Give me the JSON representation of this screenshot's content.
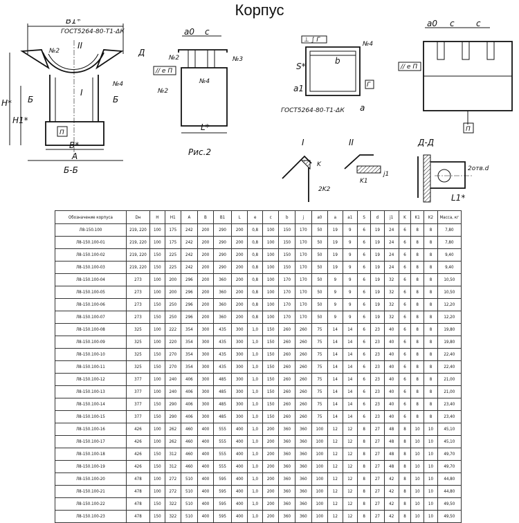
{
  "page": {
    "title": "Корпус"
  },
  "drawing": {
    "section_bb": "Б-Б",
    "fig_caption": "Рис.2",
    "section_dd": "Д-Д",
    "detail_1": "I",
    "detail_2": "II",
    "holes_note": "2отв.d",
    "weld_note": "ГОСТ5264-80-Т1-ΔК",
    "labels": {
      "B1": "B1*",
      "H": "H*",
      "H1": "H1*",
      "B": "B*",
      "A": "A",
      "L": "L*",
      "L1": "L1*",
      "a0": "a0",
      "c": "c",
      "b": "b",
      "a": "a",
      "a1": "a1",
      "S": "S*",
      "K": "K",
      "K1": "K1",
      "K2": "2K2",
      "j1": "j1",
      "n2": "№2",
      "n3": "№3",
      "n4": "№4",
      "P": "П",
      "G": "Г",
      "D": "Д",
      "Bb": "Б",
      "tol1": "// е П",
      "tol2": "⊥ ∫ Г"
    }
  },
  "table": {
    "headers": [
      "Обозначение корпуса",
      "Dн",
      "H",
      "H1",
      "A",
      "B",
      "B1",
      "L",
      "e",
      "c",
      "b",
      "j",
      "a0",
      "a",
      "a1",
      "S",
      "d",
      "j1",
      "K",
      "K1",
      "K2",
      "Масса, кг"
    ],
    "rows": [
      [
        "Л8-150.100",
        "219, 220",
        "100",
        "175",
        "242",
        "200",
        "290",
        "200",
        "0,8",
        "100",
        "150",
        "170",
        "50",
        "19",
        "9",
        "6",
        "19",
        "24",
        "6",
        "8",
        "8",
        "7,80"
      ],
      [
        "Л8-150.100-01",
        "219, 220",
        "100",
        "175",
        "242",
        "200",
        "290",
        "200",
        "0,8",
        "100",
        "150",
        "170",
        "50",
        "19",
        "9",
        "6",
        "19",
        "24",
        "6",
        "8",
        "8",
        "7,80"
      ],
      [
        "Л8-150.100-02",
        "219, 220",
        "150",
        "225",
        "242",
        "200",
        "290",
        "200",
        "0,8",
        "100",
        "150",
        "170",
        "50",
        "19",
        "9",
        "6",
        "19",
        "24",
        "6",
        "8",
        "8",
        "9,40"
      ],
      [
        "Л8-150.100-03",
        "219, 220",
        "150",
        "225",
        "242",
        "200",
        "290",
        "200",
        "0,8",
        "100",
        "150",
        "170",
        "50",
        "19",
        "9",
        "6",
        "19",
        "24",
        "6",
        "8",
        "8",
        "9,40"
      ],
      [
        "Л8-150.100-04",
        "273",
        "100",
        "200",
        "296",
        "200",
        "360",
        "200",
        "0,8",
        "100",
        "170",
        "170",
        "50",
        "9",
        "9",
        "6",
        "19",
        "32",
        "6",
        "8",
        "8",
        "10,50"
      ],
      [
        "Л8-150.100-05",
        "273",
        "100",
        "200",
        "296",
        "200",
        "360",
        "200",
        "0,8",
        "100",
        "170",
        "170",
        "50",
        "9",
        "9",
        "6",
        "19",
        "32",
        "6",
        "8",
        "8",
        "10,50"
      ],
      [
        "Л8-150.100-06",
        "273",
        "150",
        "250",
        "296",
        "200",
        "360",
        "200",
        "0,8",
        "100",
        "170",
        "170",
        "50",
        "9",
        "9",
        "6",
        "19",
        "32",
        "6",
        "8",
        "8",
        "12,20"
      ],
      [
        "Л8-150.100-07",
        "273",
        "150",
        "250",
        "296",
        "200",
        "360",
        "200",
        "0,8",
        "100",
        "170",
        "170",
        "50",
        "9",
        "9",
        "6",
        "19",
        "32",
        "6",
        "8",
        "8",
        "12,20"
      ],
      [
        "Л8-150.100-08",
        "325",
        "100",
        "222",
        "354",
        "300",
        "435",
        "300",
        "1,0",
        "150",
        "260",
        "260",
        "75",
        "14",
        "14",
        "6",
        "23",
        "40",
        "6",
        "8",
        "8",
        "19,80"
      ],
      [
        "Л8-150.100-09",
        "325",
        "100",
        "220",
        "354",
        "300",
        "435",
        "300",
        "1,0",
        "150",
        "260",
        "260",
        "75",
        "14",
        "14",
        "6",
        "23",
        "40",
        "6",
        "8",
        "8",
        "19,80"
      ],
      [
        "Л8-150.100-10",
        "325",
        "150",
        "270",
        "354",
        "300",
        "435",
        "300",
        "1,0",
        "150",
        "260",
        "260",
        "75",
        "14",
        "14",
        "6",
        "23",
        "40",
        "6",
        "8",
        "8",
        "22,40"
      ],
      [
        "Л8-150.100-11",
        "325",
        "150",
        "270",
        "354",
        "300",
        "435",
        "300",
        "1,0",
        "150",
        "260",
        "260",
        "75",
        "14",
        "14",
        "6",
        "23",
        "40",
        "6",
        "8",
        "8",
        "22,40"
      ],
      [
        "Л8-150.100-12",
        "377",
        "100",
        "240",
        "406",
        "300",
        "485",
        "300",
        "1,0",
        "150",
        "260",
        "260",
        "75",
        "14",
        "14",
        "6",
        "23",
        "40",
        "6",
        "8",
        "8",
        "21,00"
      ],
      [
        "Л8-150.100-13",
        "377",
        "100",
        "240",
        "406",
        "300",
        "485",
        "300",
        "1,0",
        "150",
        "260",
        "260",
        "75",
        "14",
        "14",
        "6",
        "23",
        "40",
        "6",
        "8",
        "8",
        "21,00"
      ],
      [
        "Л8-150.100-14",
        "377",
        "150",
        "290",
        "406",
        "300",
        "485",
        "300",
        "1,0",
        "150",
        "260",
        "260",
        "75",
        "14",
        "14",
        "6",
        "23",
        "40",
        "6",
        "8",
        "8",
        "23,40"
      ],
      [
        "Л8-150.100-15",
        "377",
        "150",
        "290",
        "406",
        "300",
        "485",
        "300",
        "1,0",
        "150",
        "260",
        "260",
        "75",
        "14",
        "14",
        "6",
        "23",
        "40",
        "6",
        "8",
        "8",
        "23,40"
      ],
      [
        "Л8-150.100-16",
        "426",
        "100",
        "262",
        "460",
        "400",
        "555",
        "400",
        "1,0",
        "200",
        "360",
        "360",
        "100",
        "12",
        "12",
        "8",
        "27",
        "48",
        "8",
        "10",
        "10",
        "45,10"
      ],
      [
        "Л8-150.100-17",
        "426",
        "100",
        "262",
        "460",
        "400",
        "555",
        "400",
        "1,0",
        "200",
        "360",
        "360",
        "100",
        "12",
        "12",
        "8",
        "27",
        "48",
        "8",
        "10",
        "10",
        "45,10"
      ],
      [
        "Л8-150.100-18",
        "426",
        "150",
        "312",
        "460",
        "400",
        "555",
        "400",
        "1,0",
        "200",
        "360",
        "360",
        "100",
        "12",
        "12",
        "8",
        "27",
        "48",
        "8",
        "10",
        "10",
        "49,70"
      ],
      [
        "Л8-150.100-19",
        "426",
        "150",
        "312",
        "460",
        "400",
        "555",
        "400",
        "1,0",
        "200",
        "360",
        "360",
        "100",
        "12",
        "12",
        "8",
        "27",
        "48",
        "8",
        "10",
        "10",
        "49,70"
      ],
      [
        "Л8-150.100-20",
        "478",
        "100",
        "272",
        "510",
        "400",
        "595",
        "400",
        "1,0",
        "200",
        "360",
        "360",
        "100",
        "12",
        "12",
        "8",
        "27",
        "42",
        "8",
        "10",
        "10",
        "44,80"
      ],
      [
        "Л8-150.100-21",
        "478",
        "100",
        "272",
        "510",
        "400",
        "595",
        "400",
        "1,0",
        "200",
        "360",
        "360",
        "100",
        "12",
        "12",
        "8",
        "27",
        "42",
        "8",
        "10",
        "10",
        "44,80"
      ],
      [
        "Л8-150.100-22",
        "478",
        "150",
        "322",
        "510",
        "400",
        "595",
        "400",
        "1,0",
        "200",
        "360",
        "360",
        "100",
        "12",
        "12",
        "8",
        "27",
        "42",
        "8",
        "10",
        "10",
        "49,50"
      ],
      [
        "Л8-150.100-23",
        "478",
        "150",
        "322",
        "510",
        "400",
        "595",
        "400",
        "1,0",
        "200",
        "360",
        "360",
        "100",
        "12",
        "12",
        "8",
        "27",
        "42",
        "8",
        "10",
        "10",
        "49,50"
      ]
    ]
  }
}
